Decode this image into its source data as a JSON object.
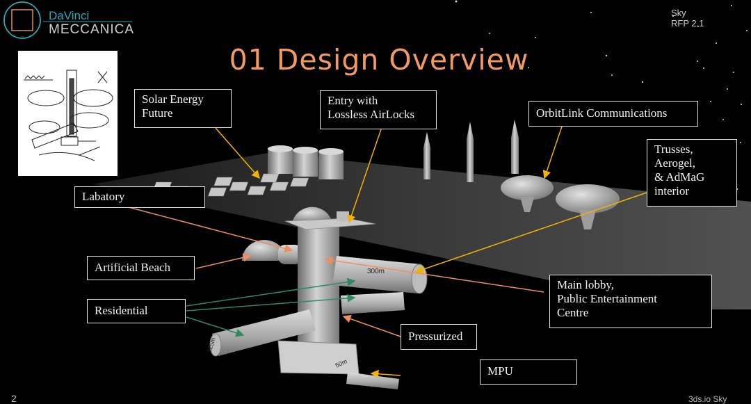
{
  "logo": {
    "line1": "DaVinci",
    "line2": "MECCANICA"
  },
  "corner": {
    "line1": "Sky",
    "line2": "RFP 2.1"
  },
  "title": "01 Design Overview",
  "labels": {
    "solar": [
      "Solar Energy",
      "Future"
    ],
    "entry": [
      "Entry with",
      "Lossless AirLocks"
    ],
    "orbitlink": "OrbitLink Communications",
    "trusses": [
      "Trusses,",
      "Aerogel,",
      "& AdMaG",
      "interior"
    ],
    "labatory": "Labatory",
    "beach": "Artificial Beach",
    "residential": "Residential",
    "lobby": [
      "Main lobby,",
      "Public Entertainment",
      "Centre"
    ],
    "pressurized": "Pressurized",
    "mpu": "MPU"
  },
  "model_dims": {
    "d1": "300m",
    "d2": "125m",
    "d3": "50m"
  },
  "page_number": "2",
  "footer": "3ds.io Sky",
  "colors": {
    "title": "#f29a62",
    "leader_yellow": "#f0b400",
    "leader_orange": "#ef8e62",
    "leader_green": "#2f8a5f",
    "logo_teal": "#2aa8b8"
  }
}
